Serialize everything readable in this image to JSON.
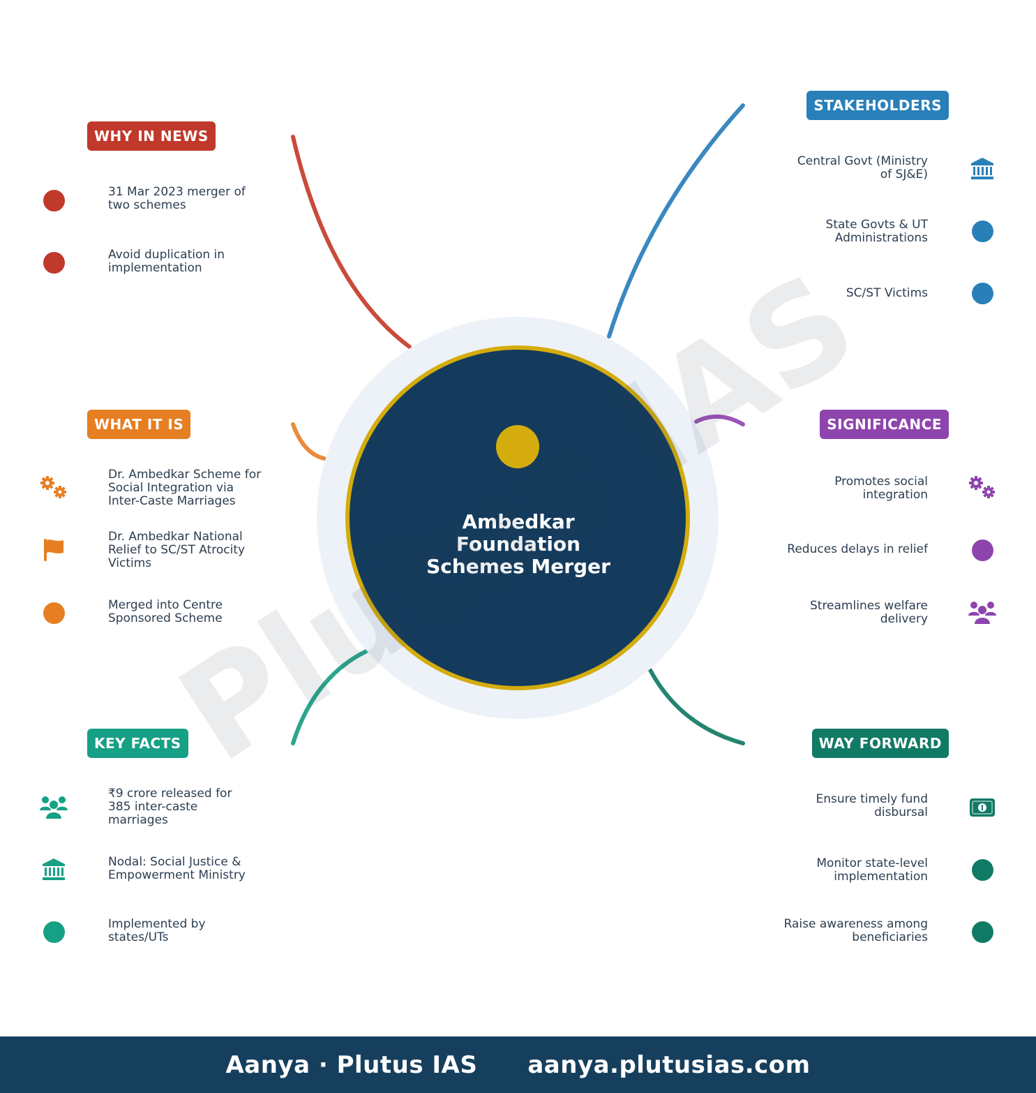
{
  "center": {
    "title": "Ambedkar\nFoundation\nSchemes Merger"
  },
  "watermark": "Plutus IAS",
  "sections": {
    "why_in_news": {
      "title": "WHY IN NEWS",
      "color": "#c0392b",
      "items": [
        {
          "text": "31 Mar 2023 merger of\ntwo schemes",
          "icon": "dot"
        },
        {
          "text": "Avoid duplication in\nimplementation",
          "icon": "dot"
        }
      ]
    },
    "what_it_is": {
      "title": "WHAT IT IS",
      "color": "#e67e22",
      "items": [
        {
          "text": "Dr. Ambedkar Scheme for\nSocial Integration via\nInter-Caste Marriages",
          "icon": "gears-icon"
        },
        {
          "text": "Dr. Ambedkar National\nRelief to SC/ST Atrocity\nVictims",
          "icon": "flag-icon"
        },
        {
          "text": "Merged into Centre\nSponsored Scheme",
          "icon": "dot"
        }
      ]
    },
    "key_facts": {
      "title": "KEY FACTS",
      "color": "#16a085",
      "items": [
        {
          "text": "₹9 crore released for\n385 inter-caste\nmarriages",
          "icon": "users-icon"
        },
        {
          "text": "Nodal: Social Justice &\nEmpowerment Ministry",
          "icon": "institution-icon"
        },
        {
          "text": "Implemented by\nstates/UTs",
          "icon": "dot"
        }
      ]
    },
    "stakeholders": {
      "title": "STAKEHOLDERS",
      "color": "#2980b9",
      "items": [
        {
          "text": "Central Govt (Ministry\nof SJ&E)",
          "icon": "institution-icon"
        },
        {
          "text": "State Govts & UT\nAdministrations",
          "icon": "dot"
        },
        {
          "text": "SC/ST Victims",
          "icon": "dot"
        }
      ]
    },
    "significance": {
      "title": "SIGNIFICANCE",
      "color": "#8e44ad",
      "items": [
        {
          "text": "Promotes social\nintegration",
          "icon": "gears-icon"
        },
        {
          "text": "Reduces delays in relief",
          "icon": "dot"
        },
        {
          "text": "Streamlines welfare\ndelivery",
          "icon": "users-icon"
        }
      ]
    },
    "way_forward": {
      "title": "WAY FORWARD",
      "color": "#117a65",
      "items": [
        {
          "text": "Ensure timely fund\ndisbursal",
          "icon": "money-icon"
        },
        {
          "text": "Monitor state-level\nimplementation",
          "icon": "dot"
        },
        {
          "text": "Raise awareness among\nbeneficiaries",
          "icon": "dot"
        }
      ]
    }
  },
  "footer": {
    "brand": "Aanya · Plutus IAS",
    "url": "aanya.plutusias.com"
  },
  "colors": {
    "center_fill": "#143b5c",
    "center_ring": "#d4ac0d",
    "halo": "#edf2f8",
    "footer_bg": "#163f5d"
  }
}
